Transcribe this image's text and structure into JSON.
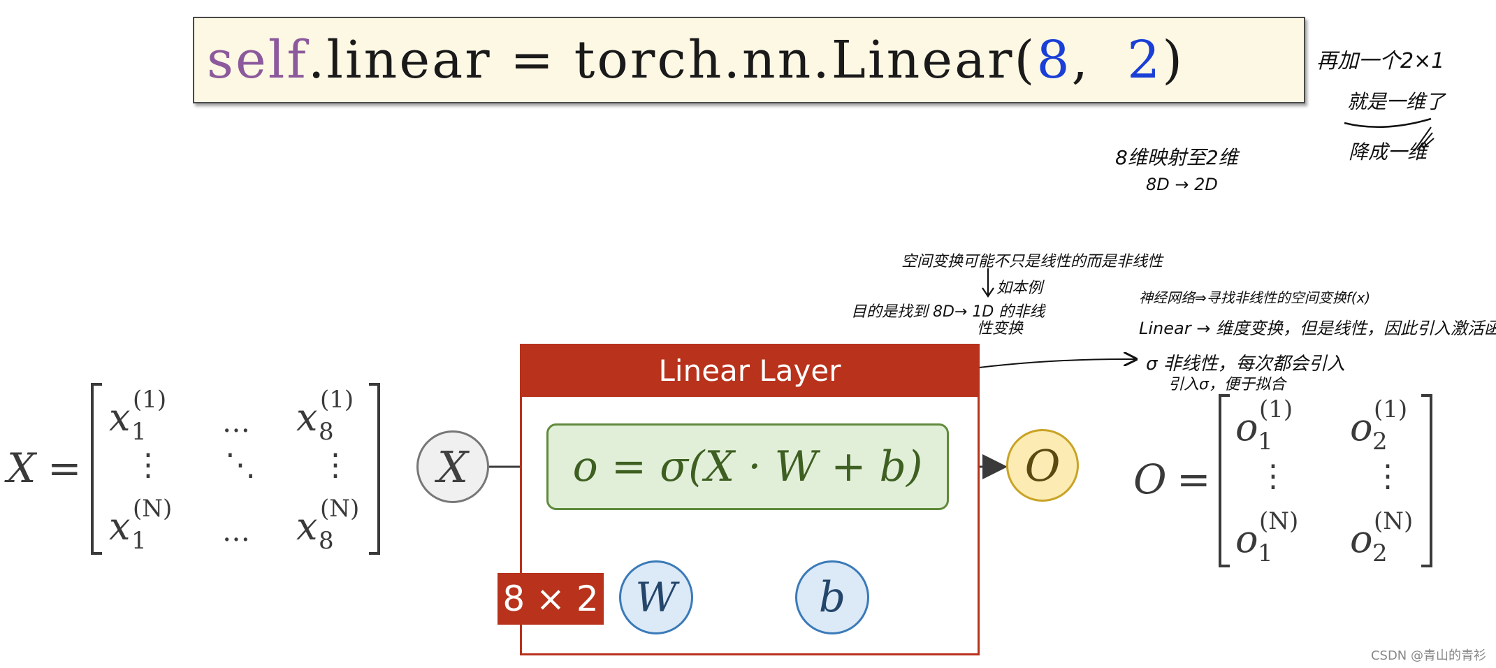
{
  "code": {
    "self": "self",
    "rest": ".linear = torch.nn.Linear(",
    "in_features": "8",
    "sep": ",  ",
    "out_features": "2",
    "close": ")"
  },
  "notes": {
    "top_right_1": "再加一个2×1",
    "top_right_2": "就是一维了",
    "top_right_3": "降成一维",
    "map_1": "8维映射至2维",
    "map_2": "8D → 2D",
    "mid_1": "空间变换可能不只是线性的而是非线性",
    "mid_2": "如本例",
    "mid_3": "目的是找到 8D→ 1D 的非线",
    "mid_4": "性变换",
    "right_1": "神经网络⇒寻找非线性的空间变换f(x)",
    "right_2": "Linear → 维度变换，但是线性，因此引入激活函数",
    "right_3": "σ 非线性，每次都会引入",
    "right_4": "引入σ，便于拟合"
  },
  "matrix_x": {
    "lhs": "X",
    "eq": "=",
    "base": "x",
    "sub_first": "1",
    "sub_last": "8",
    "sup_top": "(1)",
    "sup_bottom": "(N)",
    "hdots": "…",
    "vdots": "⋮",
    "ddots": "⋱"
  },
  "matrix_o": {
    "lhs": "O",
    "eq": "=",
    "base": "o",
    "sub_first": "1",
    "sub_last": "2",
    "sup_top": "(1)",
    "sup_bottom": "(N)",
    "vdots": "⋮"
  },
  "layer": {
    "title": "Linear Layer",
    "formula": "o = σ(X · W + b)",
    "shape": "8 × 2"
  },
  "nodes": {
    "input": "X",
    "output": "O",
    "weight": "W",
    "bias": "b"
  },
  "watermark": "CSDN @青山的青衫",
  "colors": {
    "layer_red": "#b8321c",
    "formula_green": "#5f8a3c",
    "output_gold": "#c9a326",
    "param_blue": "#3a7ab8",
    "code_bg": "#fdf8e4",
    "keyword_purple": "#8c5a9c",
    "number_blue": "#1a3fd6"
  }
}
